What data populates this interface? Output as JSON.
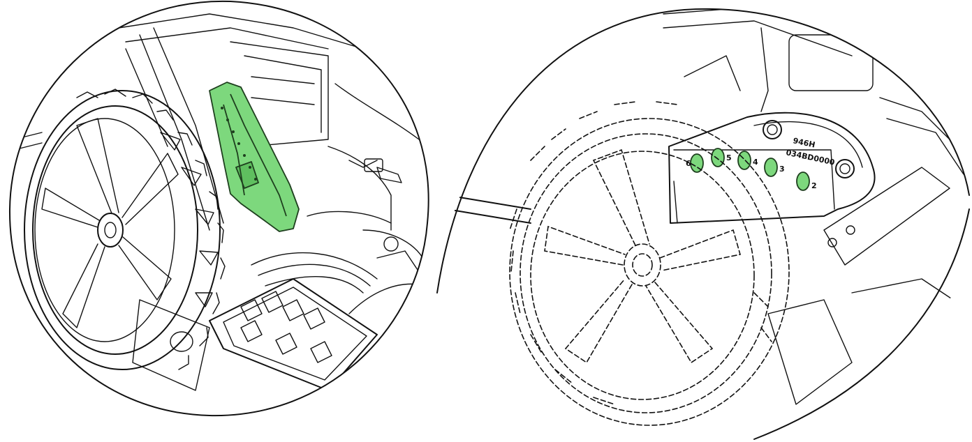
{
  "colors": {
    "highlight": "#7dd87d",
    "highlight_stroke": "#1e3f1e",
    "line": "#111111",
    "background": "#ffffff"
  },
  "left_panel": {
    "highlighted_part": "height-adjust-lever"
  },
  "right_panel": {
    "plate_model": "946H",
    "plate_serial": "034BD0000",
    "height_slots": [
      "6",
      "5",
      "4",
      "3",
      "2"
    ]
  }
}
